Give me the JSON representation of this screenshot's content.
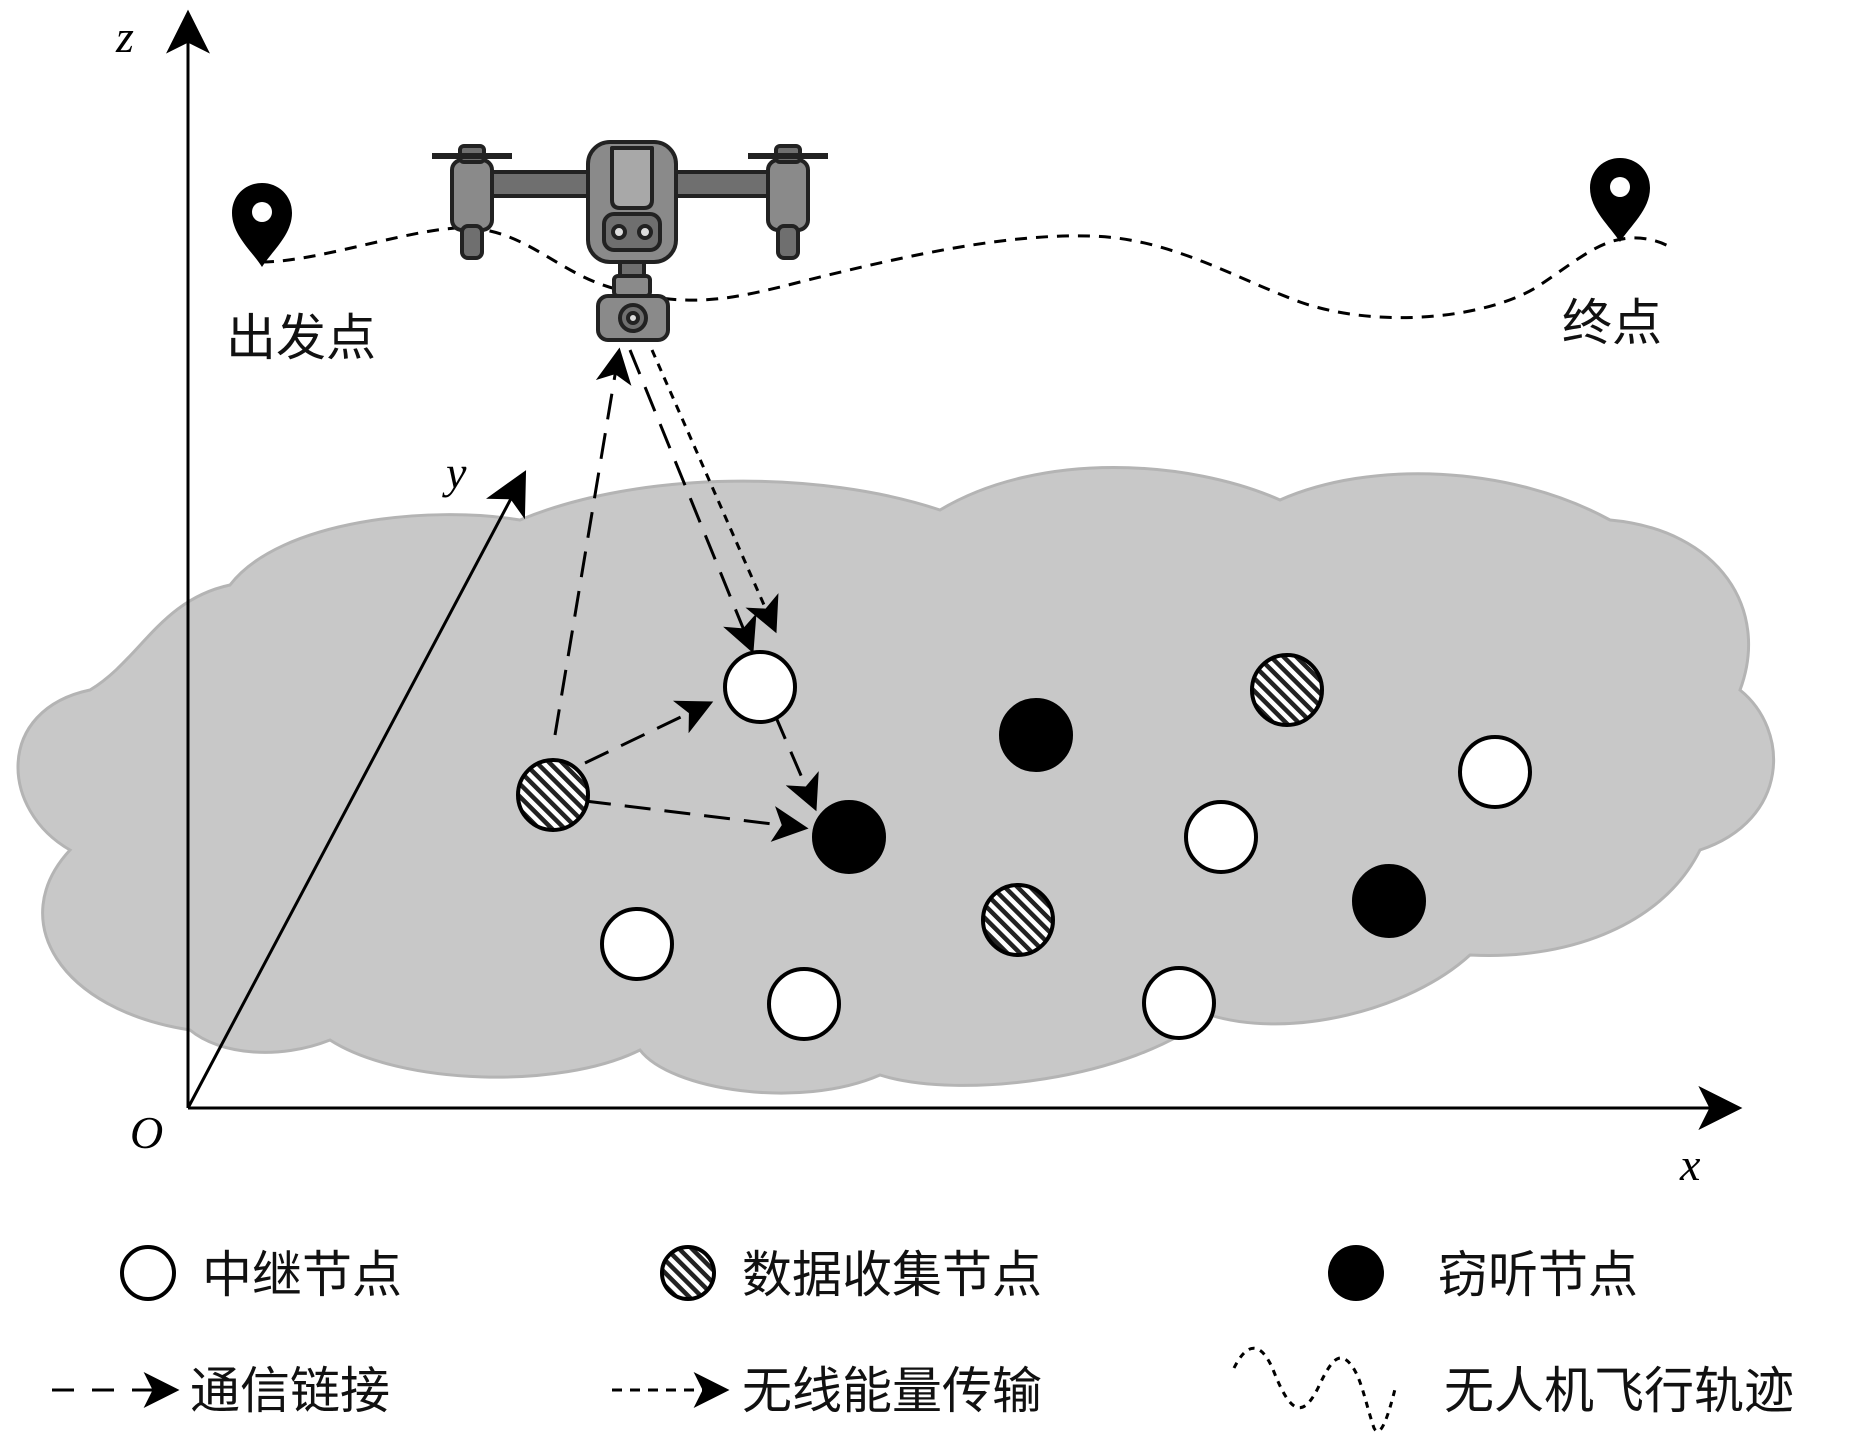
{
  "axes": {
    "z": "z",
    "y": "y",
    "x": "x",
    "origin": "O"
  },
  "route": {
    "start_label": "出发点",
    "end_label": "终点"
  },
  "legend": {
    "relay": "中继节点",
    "collector": "数据收集节点",
    "eavesdropper": "窃听节点",
    "comm_link": "通信链接",
    "power_transfer": "无线能量传输",
    "trajectory": "无人机飞行轨迹"
  },
  "colors": {
    "cloud_fill": "#c8c8c8",
    "cloud_stroke": "#b4b4b4",
    "drone_body": "#8a8a8a",
    "drone_dark": "#5c5c5c",
    "relay_fill": "#ffffff",
    "eavesdropper_fill": "#000000"
  },
  "icons": [
    "drone-icon",
    "map-pin-icon",
    "hatched-circle-icon"
  ]
}
